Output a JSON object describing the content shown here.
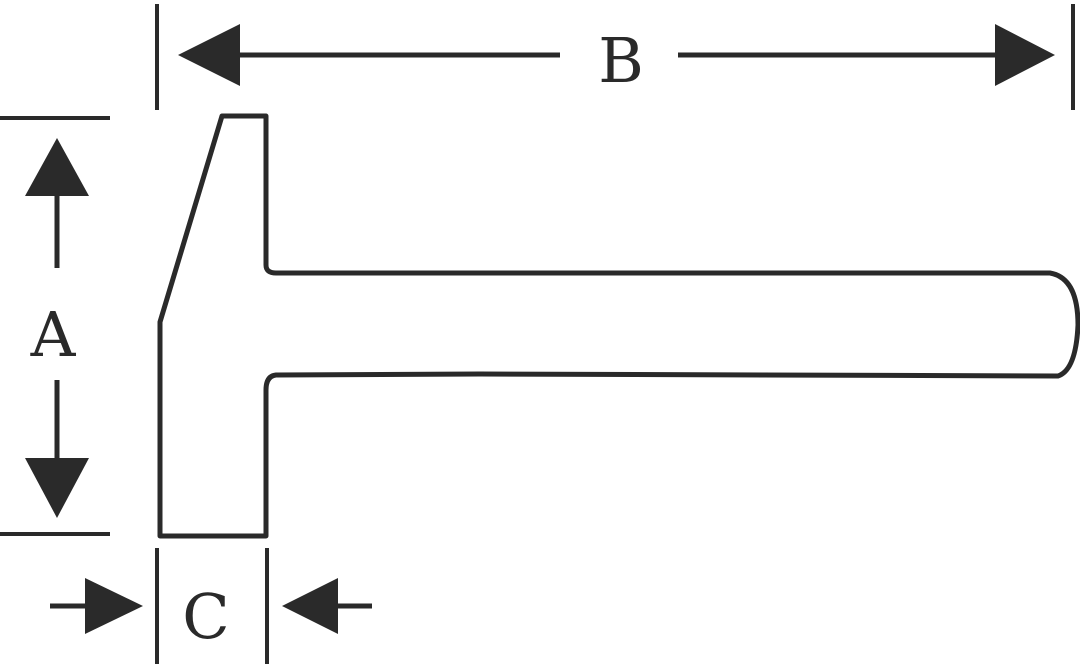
{
  "diagram": {
    "labels": {
      "a": "A",
      "b": "B",
      "c": "C"
    },
    "stroke_color": "#2a2a2a",
    "background_color": "#ffffff"
  }
}
